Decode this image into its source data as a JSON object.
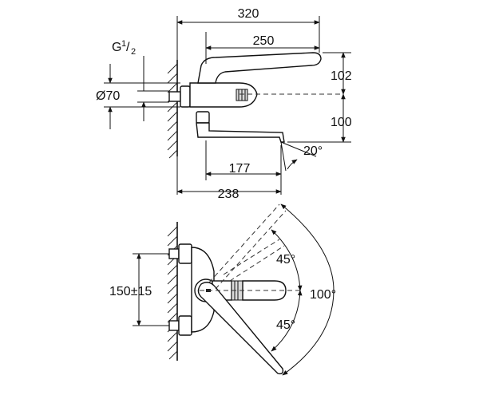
{
  "drawing": {
    "side_view": {
      "dim_overall_width": "320",
      "dim_lever_width": "250",
      "dim_upper_height": "102",
      "dim_lower_height": "100",
      "dim_spout_angle": "20°",
      "dim_spout_reach": "177",
      "dim_total_reach": "238",
      "dim_thread_prefix": "G",
      "dim_thread_num": "1",
      "dim_thread_den": "2",
      "dim_diameter": "Ø70"
    },
    "top_view": {
      "dim_center_distance": "150±15",
      "dim_angle_upper": "45°",
      "dim_angle_lower": "45°",
      "dim_angle_total": "100°"
    }
  }
}
